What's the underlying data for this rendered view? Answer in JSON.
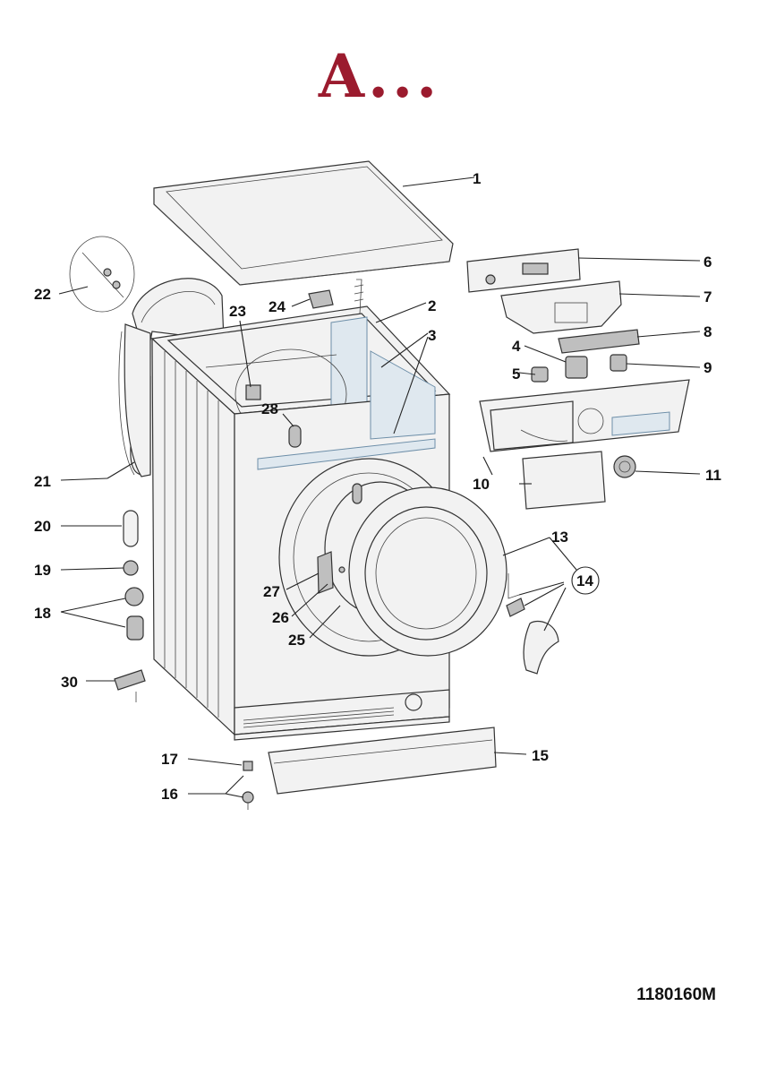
{
  "header": {
    "title": "A...",
    "title_color": "#9b1b2e"
  },
  "footer": {
    "drawing_code": "1180160M"
  },
  "callouts": {
    "c1": "1",
    "c2": "2",
    "c3": "3",
    "c4": "4",
    "c5": "5",
    "c6": "6",
    "c7": "7",
    "c8": "8",
    "c9": "9",
    "c10": "10",
    "c11": "11",
    "c13": "13",
    "c14": "14",
    "c15": "15",
    "c16": "16",
    "c17": "17",
    "c18": "18",
    "c19": "19",
    "c20": "20",
    "c21": "21",
    "c22": "22",
    "c23": "23",
    "c24": "24",
    "c25": "25",
    "c26": "26",
    "c27": "27",
    "c28": "28",
    "c30": "30"
  }
}
